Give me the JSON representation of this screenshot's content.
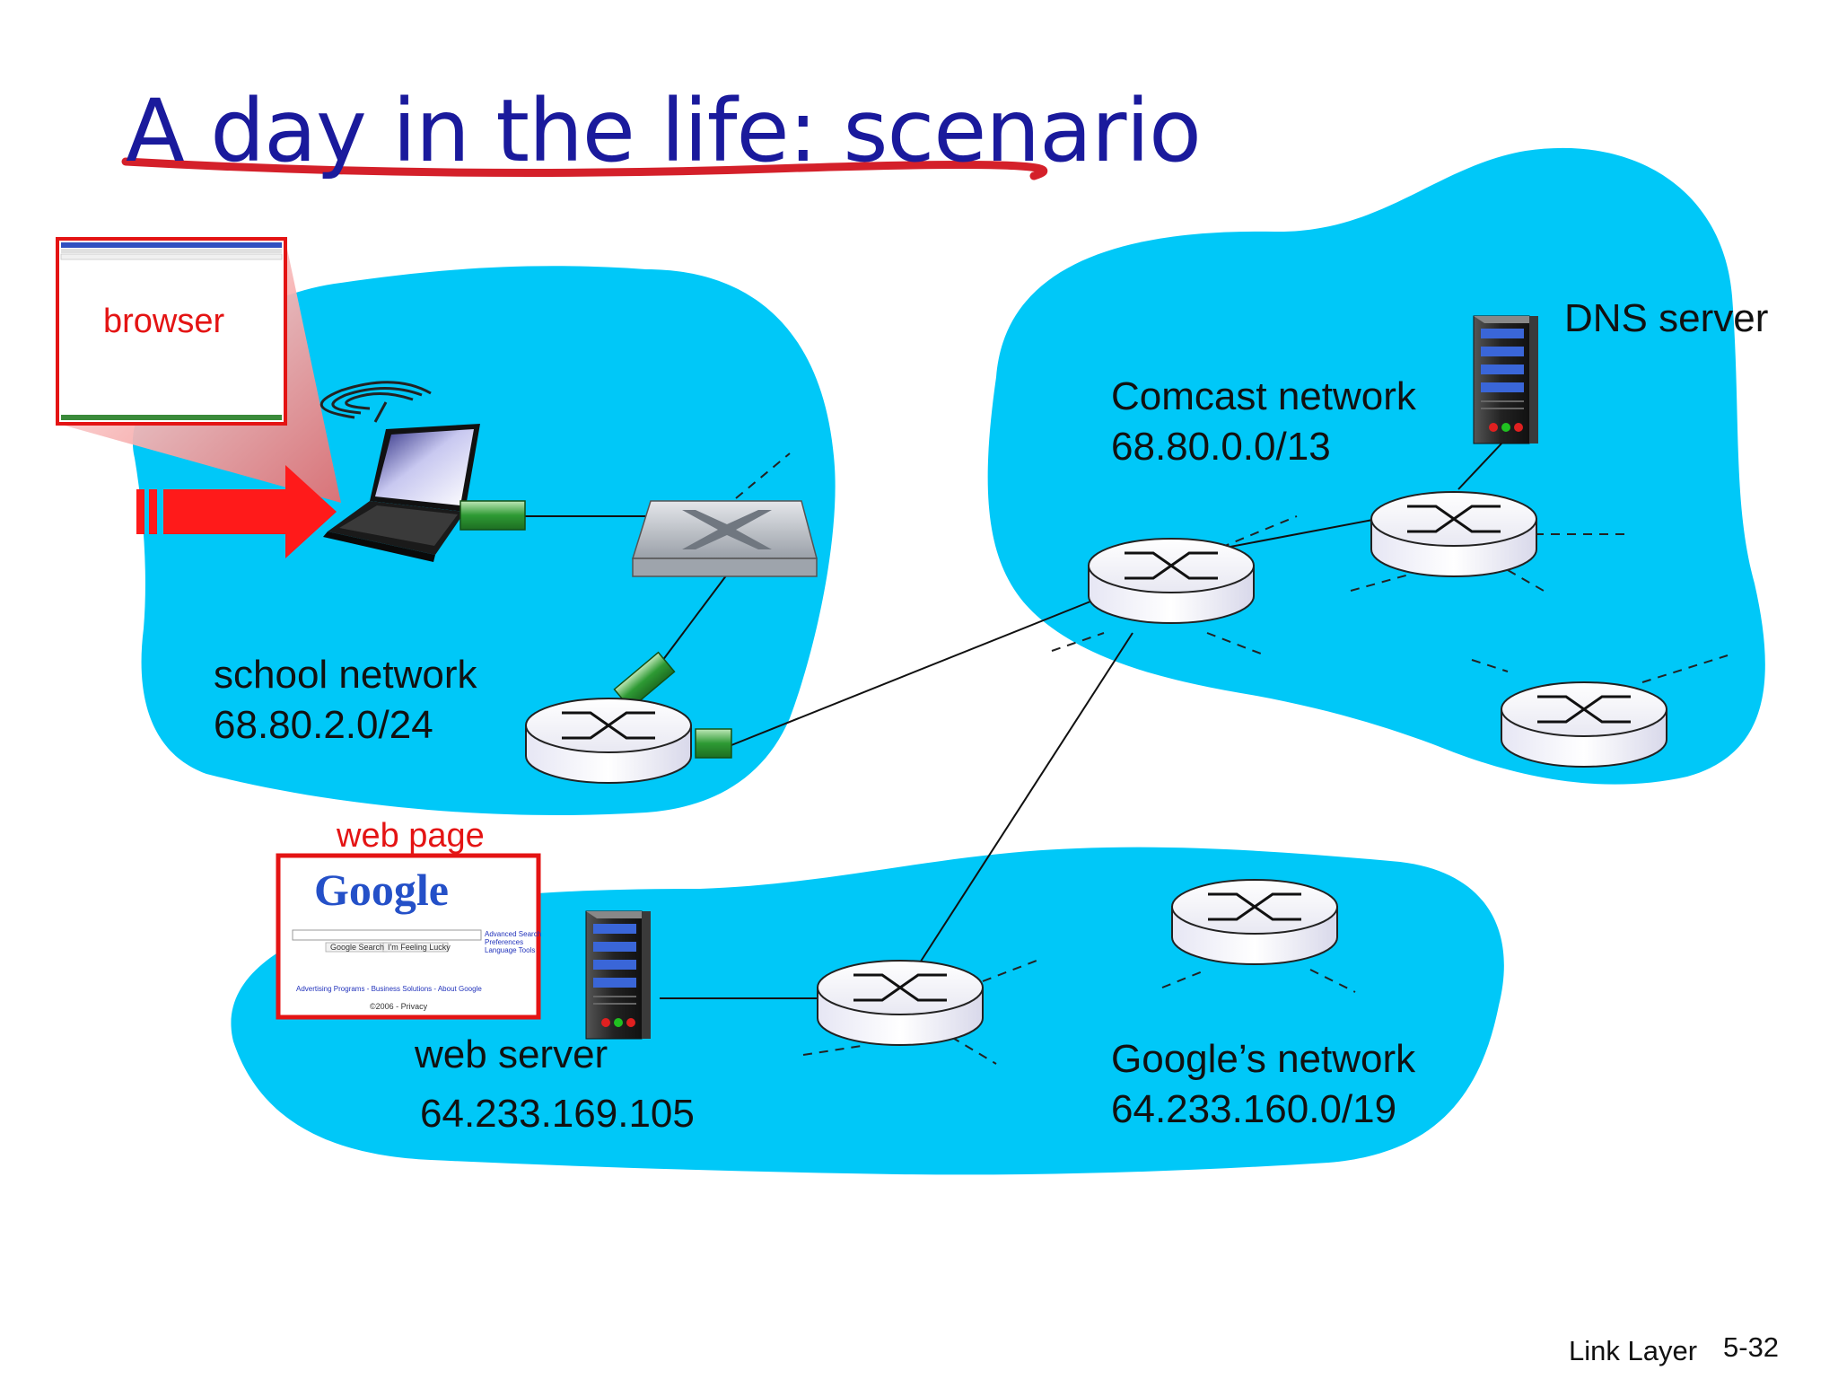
{
  "title": "A day in the life: scenario",
  "colors": {
    "title": "#1a1a9c",
    "cloud": "#00c8f8",
    "accent_red": "#e41414",
    "link_green": "#2e9a34"
  },
  "labels": {
    "browser": "browser",
    "web_page": "web page",
    "dns_server": "DNS server",
    "comcast_network": "Comcast network",
    "comcast_prefix": "68.80.0.0/13",
    "school_network": "school network",
    "school_prefix": "68.80.2.0/24",
    "web_server": "web server",
    "web_server_ip": "64.233.169.105",
    "google_network": "Google’s network",
    "google_prefix": "64.233.160.0/19"
  },
  "google_page": {
    "logo": "Google",
    "search_button": "Google Search",
    "lucky_button": "I'm Feeling Lucky",
    "side_links": [
      "Advanced Search",
      "Preferences",
      "Language Tools"
    ],
    "footer_links": "Advertising Programs - Business Solutions - About Google",
    "copyright": "©2006 - Privacy"
  },
  "footer": {
    "chapter": "Link Layer",
    "slide_number": "5-32"
  },
  "icons": [
    "laptop-icon",
    "wireless-signal-icon",
    "switch-icon",
    "router-icon",
    "server-icon",
    "arrow-icon"
  ]
}
